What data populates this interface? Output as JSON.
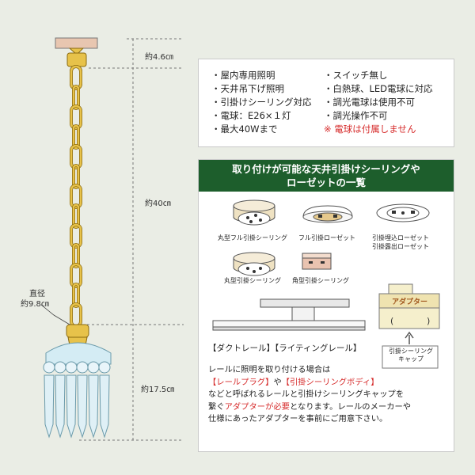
{
  "dimensions": {
    "top": "約4.6㎝",
    "chain": "約40㎝",
    "shade_height": "約17.5㎝",
    "diameter_label": "直径",
    "diameter_value": "約9.8㎝"
  },
  "spec": {
    "left_items": [
      "・屋内専用照明",
      "・天井吊下げ照明",
      "・引掛けシーリング対応",
      "・電球：E26×１灯",
      "・最大40Wまで"
    ],
    "right_items": [
      "・スイッチ無し",
      "・白熱球、LED電球に対応",
      "・調光電球は使用不可",
      "・調光操作不可"
    ],
    "note": "※ 電球は付属しません"
  },
  "ceiling": {
    "title_line1": "取り付けが可能な天井引掛けシーリングや",
    "title_line2": "ローゼットの一覧",
    "types": {
      "round_full": "丸型フル引掛シーリング",
      "full_rosette": "フル引掛ローゼット",
      "embedded_rosette": "引掛埋込ローゼット",
      "exposed_rosette": "引掛露出ローゼット",
      "round": "丸型引掛シーリング",
      "square": "角型引掛シーリング"
    },
    "rail_label": "【ダクトレール】【ライティングレール】",
    "adapter_label": "アダプター",
    "cap_label_line1": "引掛シーリング",
    "cap_label_line2": "キャップ",
    "text_line1": "レールに照明を取り付ける場合は",
    "plug_label": "【レールプラグ】",
    "or_text": "や",
    "body_label": "【引掛シーリングボディ】",
    "text_line3": "などと呼ばれるレールと引掛けシーリングキャップを",
    "connect_prefix": "繋ぐ",
    "adapter_required": "アダプターが必要",
    "connect_suffix": "となります。レールのメーカーや",
    "text_line5": "仕様にあったアダプターを事前にご用意下さい。"
  },
  "colors": {
    "background": "#eaede5",
    "header_green": "#1d5e2c",
    "accent_red": "#d62b2b",
    "chain_gold": "#e7c24a",
    "canopy_pink": "#e8c6b0"
  }
}
